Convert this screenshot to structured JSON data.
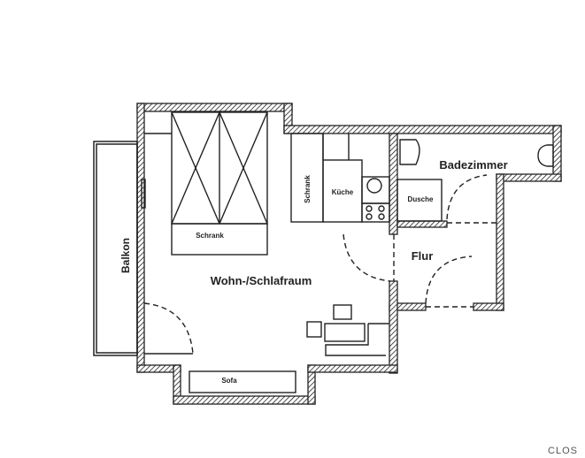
{
  "rooms": {
    "living": "Wohn-/Schlafraum",
    "balcony": "Balkon",
    "bathroom": "Badezimmer",
    "shower": "Dusche",
    "kitchen": "Küche",
    "hallway": "Flur",
    "wardrobe_vertical": "Schrank",
    "wardrobe_bed": "Schrank",
    "sofa": "Sofa"
  },
  "watermark": "CLOS",
  "colors": {
    "line": "#222222",
    "background": "#ffffff"
  }
}
